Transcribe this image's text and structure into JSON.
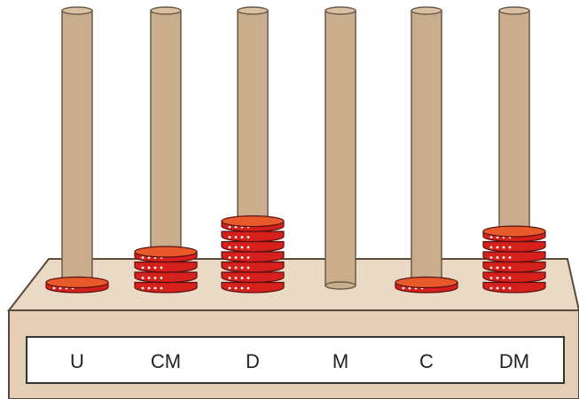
{
  "abacus": {
    "rods": [
      {
        "label": "U",
        "beads": 1
      },
      {
        "label": "CM",
        "beads": 4
      },
      {
        "label": "D",
        "beads": 7
      },
      {
        "label": "M",
        "beads": 0
      },
      {
        "label": "C",
        "beads": 1
      },
      {
        "label": "DM",
        "beads": 6
      }
    ],
    "colors": {
      "rod": "#c9ad8c",
      "rod_outline": "#6b5a48",
      "base_top": "#ead9c4",
      "base_front": "#e4cfb6",
      "base_outline": "#5a4a3a",
      "bead_fill": "#d6201c",
      "bead_top": "#e85a2a",
      "bead_outline": "#5a1010",
      "bead_dots": "#ffffff",
      "label_panel": "#ffffff"
    }
  }
}
